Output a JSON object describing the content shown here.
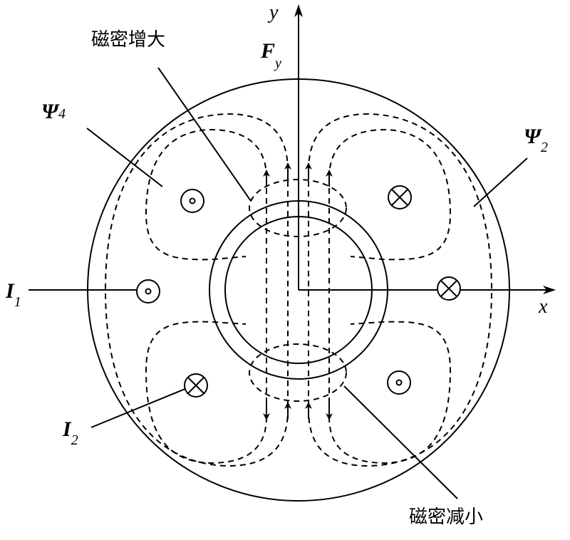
{
  "labels": {
    "flux_increase": "磁密增大",
    "flux_decrease": "磁密减小",
    "psi4": {
      "symbol": "Ψ",
      "sub": "4"
    },
    "psi2": {
      "symbol": "Ψ",
      "sub": "2"
    },
    "i1": {
      "symbol": "I",
      "sub": "1"
    },
    "i2": {
      "symbol": "I",
      "sub": "2"
    },
    "fy": {
      "symbol": "F",
      "sub": "y"
    },
    "x_axis": "x",
    "y_axis": "y"
  },
  "colors": {
    "line": "#000000",
    "background": "#ffffff"
  }
}
